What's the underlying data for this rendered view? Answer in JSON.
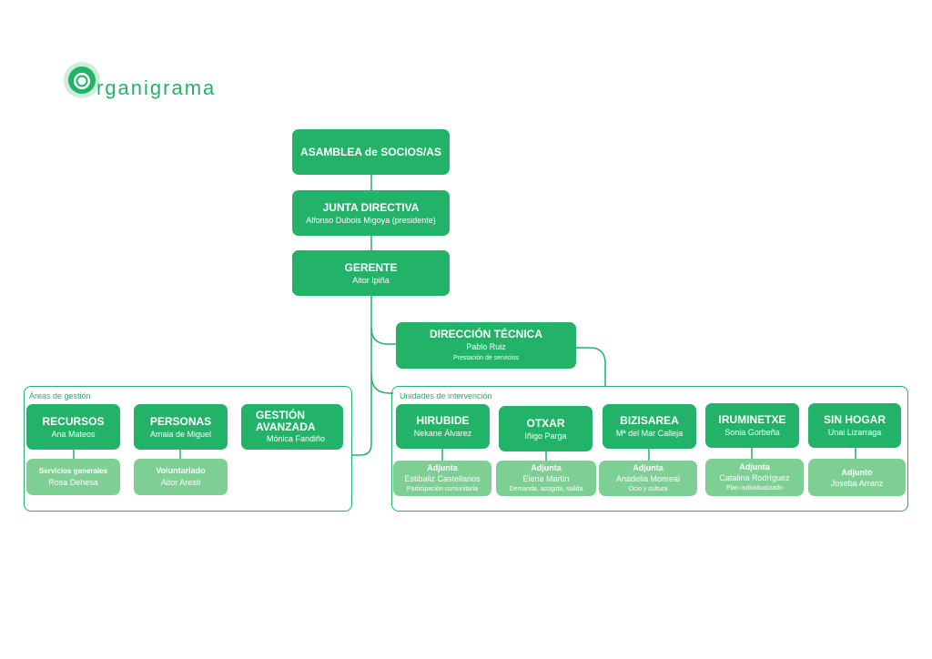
{
  "logo": {
    "rest": "rganigrama",
    "brand_color": "#22b268",
    "light_color": "#7ecf94"
  },
  "asamblea": {
    "title": "ASAMBLEA de SOCIOS/AS"
  },
  "junta": {
    "title": "JUNTA DIRECTIVA",
    "name": "Alfonso Dubois Migoya (presidente)"
  },
  "gerente": {
    "title": "GERENTE",
    "name": "Aitor Ipiña"
  },
  "direccion": {
    "title": "DIRECCIÓN TÉCNICA",
    "name": "Pablo Ruiz",
    "note": "Prestación de servicios"
  },
  "areas": {
    "label": "Áreas de gestión",
    "recursos": {
      "title": "RECURSOS",
      "name": "Ana Mateos",
      "sub_title": "Servicios generales",
      "sub_name": "Rosa Dehesa"
    },
    "personas": {
      "title": "PERSONAS",
      "name": "Amaia de Miguel",
      "sub_title": "Voluntariado",
      "sub_name": "Aitor Aresti"
    },
    "gestion": {
      "title_line1": "GESTIÓN",
      "title_line2": "AVANZADA",
      "name": "Mónica Fandiño"
    }
  },
  "unidades": {
    "label": "Unidades de intervención",
    "items": [
      {
        "title": "HIRUBIDE",
        "name": "Nekane Álvarez",
        "sub_title": "Adjunta",
        "sub_name": "Estibaliz Castellanos",
        "sub_note": "Participación comunitaria"
      },
      {
        "title": "OTXAR",
        "name": "Iñigo Parga",
        "sub_title": "Adjunta",
        "sub_name": "Elena Martín",
        "sub_note": "Demanda, acogida, salida"
      },
      {
        "title": "BIZISAREA",
        "name": "Mª del Mar Calleja",
        "sub_title": "Adjunta",
        "sub_name": "Anadelia Monreal",
        "sub_note": "Ocio y cultura"
      },
      {
        "title": "IRUMINETXE",
        "name": "Sonia Gorbeña",
        "sub_title": "Adjunta",
        "sub_name": "Catalina Rodríguez",
        "sub_note": "Plan individualizado"
      },
      {
        "title": "SIN HOGAR",
        "name": "Unai Lizarraga",
        "sub_title": "Adjunto",
        "sub_name": "Joseba Arranz",
        "sub_note": ""
      }
    ]
  }
}
